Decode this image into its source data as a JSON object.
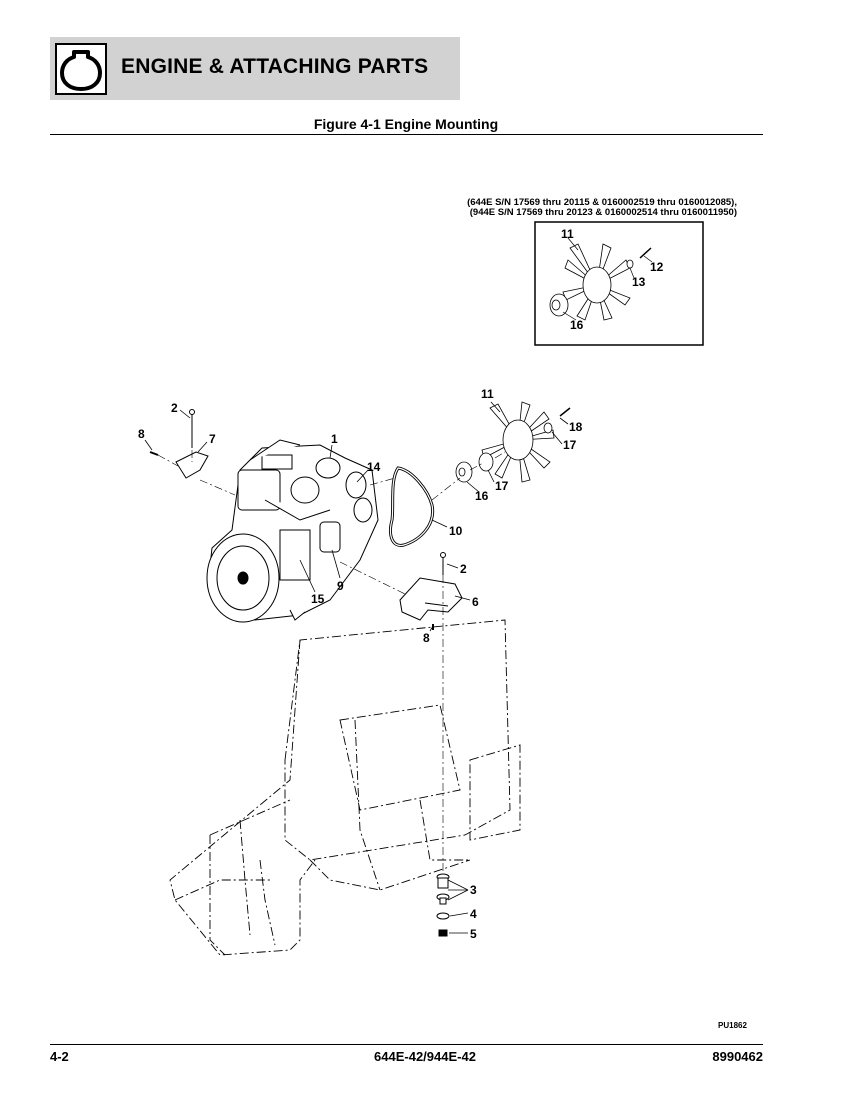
{
  "header": {
    "section_title": "ENGINE & ATTACHING PARTS",
    "icon": "engine-oil-icon"
  },
  "figure": {
    "title": "Figure 4-1 Engine Mounting",
    "serial_note_line1": "(644E S/N 17569 thru 20115 & 0160002519 thru 0160012085),",
    "serial_note_line2": "(944E S/N 17569 thru 20123 & 0160002514 thru 0160011950)",
    "ref_code": "PU1862",
    "inset_callouts": [
      "11",
      "12",
      "13",
      "16"
    ],
    "callouts": [
      "2",
      "8",
      "7",
      "1",
      "14",
      "11",
      "18",
      "17",
      "17",
      "16",
      "10",
      "2",
      "9",
      "15",
      "6",
      "8",
      "3",
      "4",
      "5"
    ]
  },
  "footer": {
    "page_number": "4-2",
    "model": "644E-42/944E-42",
    "doc_number": "8990462"
  }
}
